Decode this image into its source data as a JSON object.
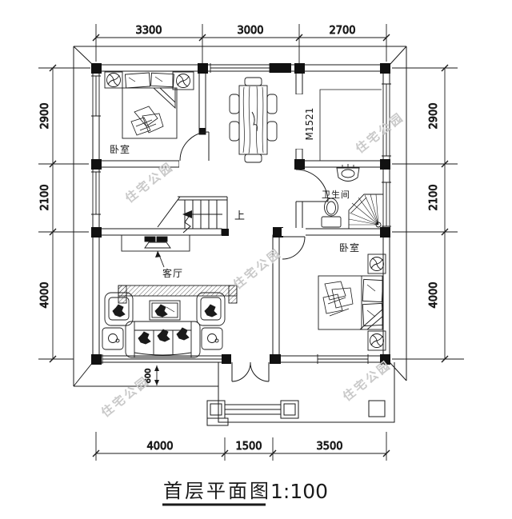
{
  "title": {
    "text": "首层平面图",
    "scale": "1:100"
  },
  "dimensions": {
    "top": [
      "3300",
      "3000",
      "2700"
    ],
    "bottom": [
      "4000",
      "1500",
      "3500"
    ],
    "left": [
      "2900",
      "2100",
      "4000"
    ],
    "right": [
      "2900",
      "2100",
      "4000"
    ],
    "porch_overhang": "600"
  },
  "rooms": {
    "bedroom_upper": "卧室",
    "bedroom_lower": "卧室",
    "bathroom": "卫生间",
    "living_room": "客厅"
  },
  "labels": {
    "door_code": "M1521",
    "stair_direction": "上"
  },
  "watermark": {
    "text": "住宅公园"
  },
  "colors": {
    "ink": "#1a1a1a",
    "watermark": "#c9c9c9",
    "paper": "#ffffff"
  }
}
